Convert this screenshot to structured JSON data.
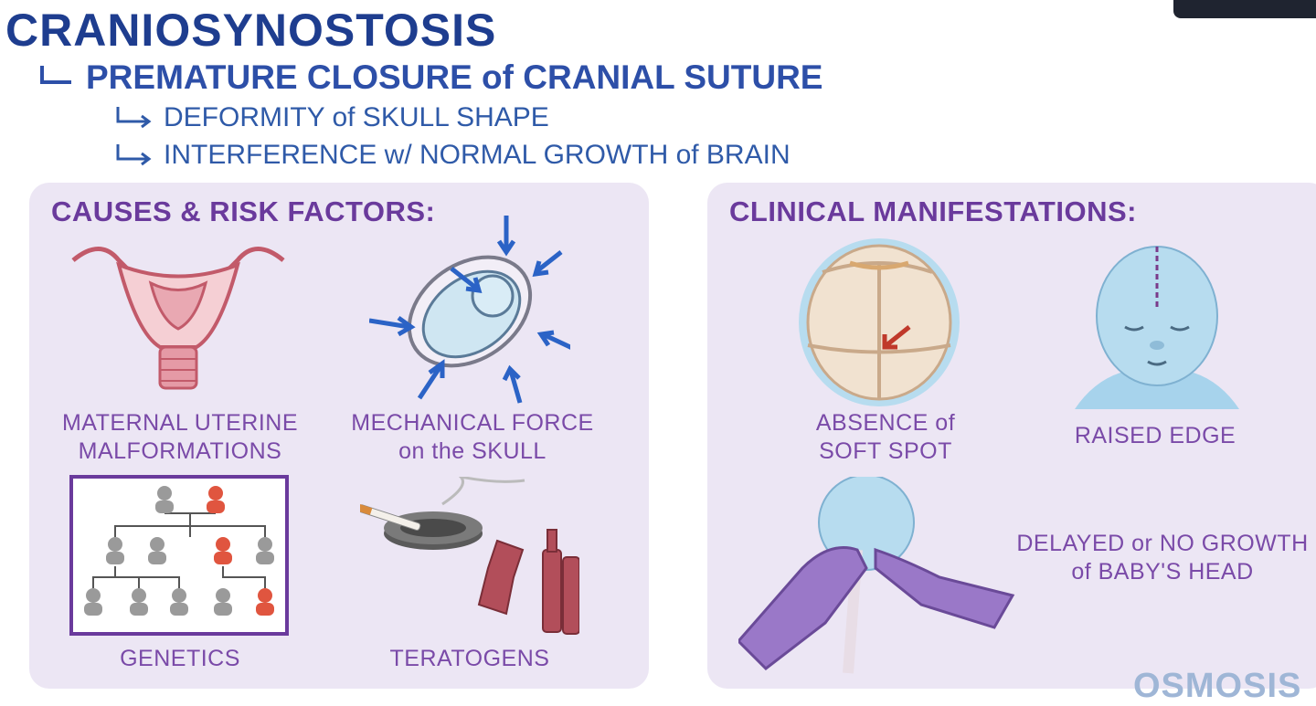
{
  "header": {
    "title": "CRANIOSYNOSTOSIS",
    "definition": "PREMATURE CLOSURE of CRANIAL SUTURE",
    "effects": [
      "DEFORMITY of SKULL SHAPE",
      "INTERFERENCE w/ NORMAL GROWTH of BRAIN"
    ]
  },
  "causes": {
    "title": "CAUSES & RISK FACTORS:",
    "items": [
      {
        "line1": "MATERNAL UTERINE",
        "line2": "MALFORMATIONS",
        "icon": "uterus-icon"
      },
      {
        "line1": "MECHANICAL FORCE",
        "line2": "on the SKULL",
        "icon": "fetus-compression-icon"
      },
      {
        "line1": "GENETICS",
        "line2": "",
        "icon": "pedigree-chart-icon"
      },
      {
        "line1": "TERATOGENS",
        "line2": "",
        "icon": "cigarette-alcohol-icon"
      }
    ]
  },
  "manifestations": {
    "title": "CLINICAL MANIFESTATIONS:",
    "items": [
      {
        "line1": "ABSENCE of",
        "line2": "SOFT SPOT",
        "icon": "skull-top-icon"
      },
      {
        "line1": "RAISED EDGE",
        "line2": "",
        "icon": "baby-head-icon"
      },
      {
        "line1": "DELAYED or NO GROWTH",
        "line2": "of BABY'S HEAD",
        "icon": "head-measurement-icon"
      }
    ]
  },
  "brand": {
    "logo": "OSMOSIS"
  },
  "colors": {
    "title": "#1e3d8f",
    "panel_bg": "#ece6f4",
    "panel_text": "#6a3a9c",
    "affected": "#e0553f",
    "glove": "#9a78c8"
  }
}
